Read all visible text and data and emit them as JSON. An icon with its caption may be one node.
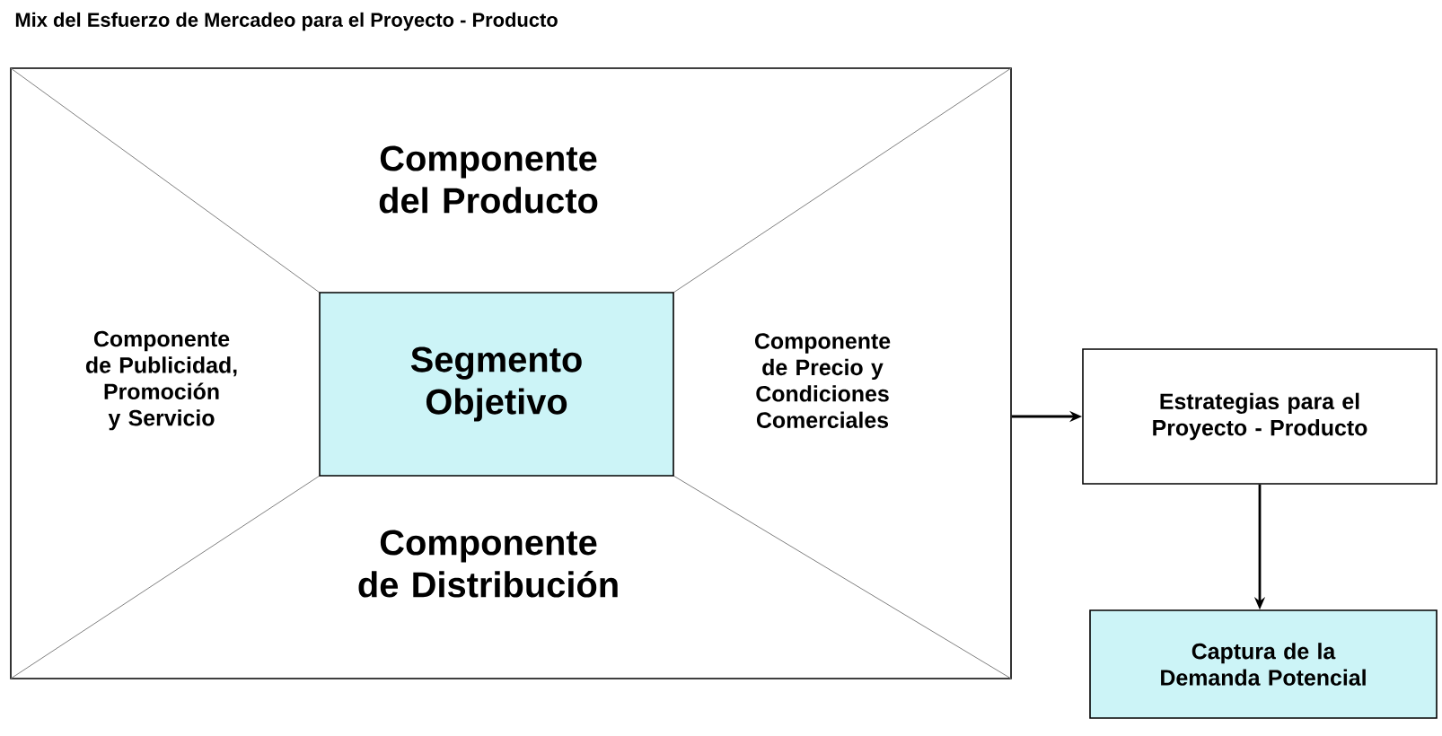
{
  "diagram": {
    "title": "Mix del Esfuerzo de Mercadeo para el Proyecto - Producto",
    "nodes": [
      {
        "text": [],
        "shape": "box"
      },
      {
        "text": [
          "Componente del Producto"
        ],
        "in": 0
      },
      {
        "text": [
          "Componente de Publicidad, Promoción y Servicio"
        ],
        "in": 0
      },
      {
        "text": [
          "Segmento Objetivo"
        ],
        "in": 0
      },
      {
        "text": [
          "Componente de Precio y Condiciones Comerciales"
        ],
        "in": 0
      },
      {
        "text": [
          "Componente de Distribución"
        ],
        "in": 0
      },
      {
        "text": [
          "Estrategias para el Proyecto - Producto"
        ]
      },
      {
        "text": [
          "Captura de la Demanda Potencial"
        ]
      }
    ],
    "edges": [
      {
        "from": 0,
        "to": 6,
        "arrow": "to"
      },
      {
        "from": 6,
        "to": 7,
        "arrow": "to"
      }
    ]
  }
}
